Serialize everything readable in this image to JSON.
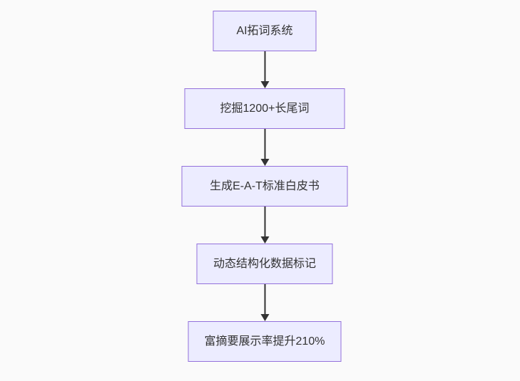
{
  "page": {
    "background_color": "#fafafa"
  },
  "chart_data": {
    "type": "flowchart",
    "direction": "top-down",
    "node_fill_color": "#ECECFF",
    "node_border_color": "#9370DB",
    "node_text_color": "#333333",
    "arrow_color": "#333333",
    "nodes": [
      {
        "id": "n1",
        "label": "AI拓词系统"
      },
      {
        "id": "n2",
        "label": "挖掘1200+长尾词"
      },
      {
        "id": "n3",
        "label": "生成E-A-T标准白皮书"
      },
      {
        "id": "n4",
        "label": "动态结构化数据标记"
      },
      {
        "id": "n5",
        "label": "富摘要展示率提升210%"
      }
    ],
    "edges": [
      {
        "from": "n1",
        "to": "n2",
        "arrow": "down"
      },
      {
        "from": "n2",
        "to": "n3",
        "arrow": "down"
      },
      {
        "from": "n3",
        "to": "n4",
        "arrow": "down"
      },
      {
        "from": "n4",
        "to": "n5",
        "arrow": "down"
      }
    ]
  }
}
